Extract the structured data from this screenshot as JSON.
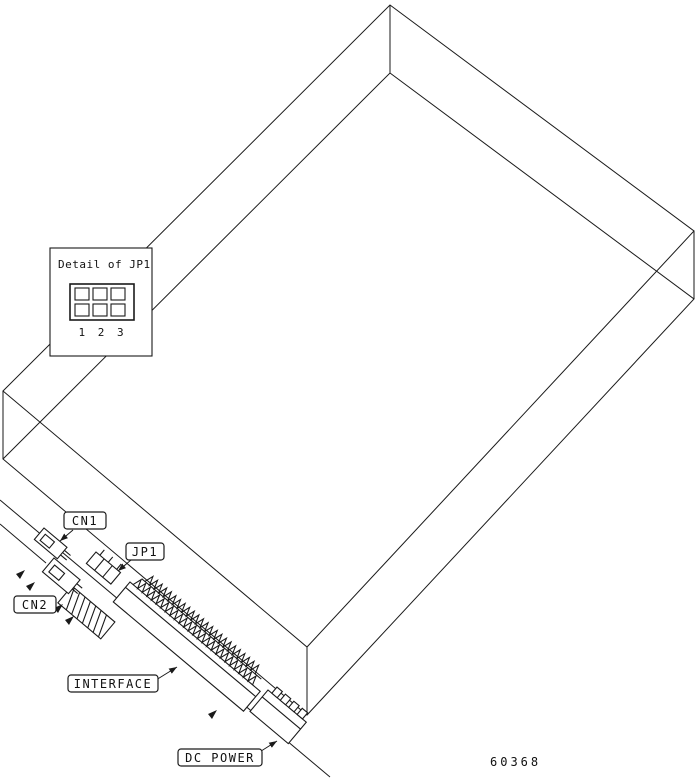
{
  "diagram": {
    "figure_number": "60368",
    "detail_inset": {
      "title": "Detail of JP1",
      "pin_labels": "1 2 3"
    },
    "connector_labels": {
      "cn1": "CN1",
      "cn2": "CN2",
      "jp1": "JP1",
      "interface": "INTERFACE",
      "dc_power": "DC POWER"
    },
    "colors": {
      "line": "#1a1a1a",
      "background": "#ffffff"
    }
  }
}
